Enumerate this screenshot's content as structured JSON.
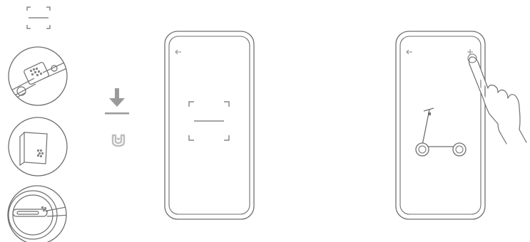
{
  "title": "",
  "steps": [
    {
      "id": "scan-code-locations",
      "icons": [
        "scan-frame-icon",
        "handlebar-qr-icon",
        "manual-qr-icon",
        "rear-wheel-qr-icon"
      ]
    },
    {
      "id": "download-app",
      "icons": [
        "download-arrow-icon",
        "mi-home-app-icon"
      ]
    },
    {
      "id": "phone-scan-screen",
      "icons": [
        "back-arrow-icon",
        "scan-frame-icon"
      ]
    },
    {
      "id": "phone-add-device-screen",
      "icons": [
        "back-arrow-icon",
        "add-plus-icon",
        "scooter-image",
        "pointing-hand-icon"
      ]
    }
  ],
  "colors": {
    "line": "#6f6f6f",
    "light": "#bdbdbd",
    "accent": "#9a9a9a"
  }
}
